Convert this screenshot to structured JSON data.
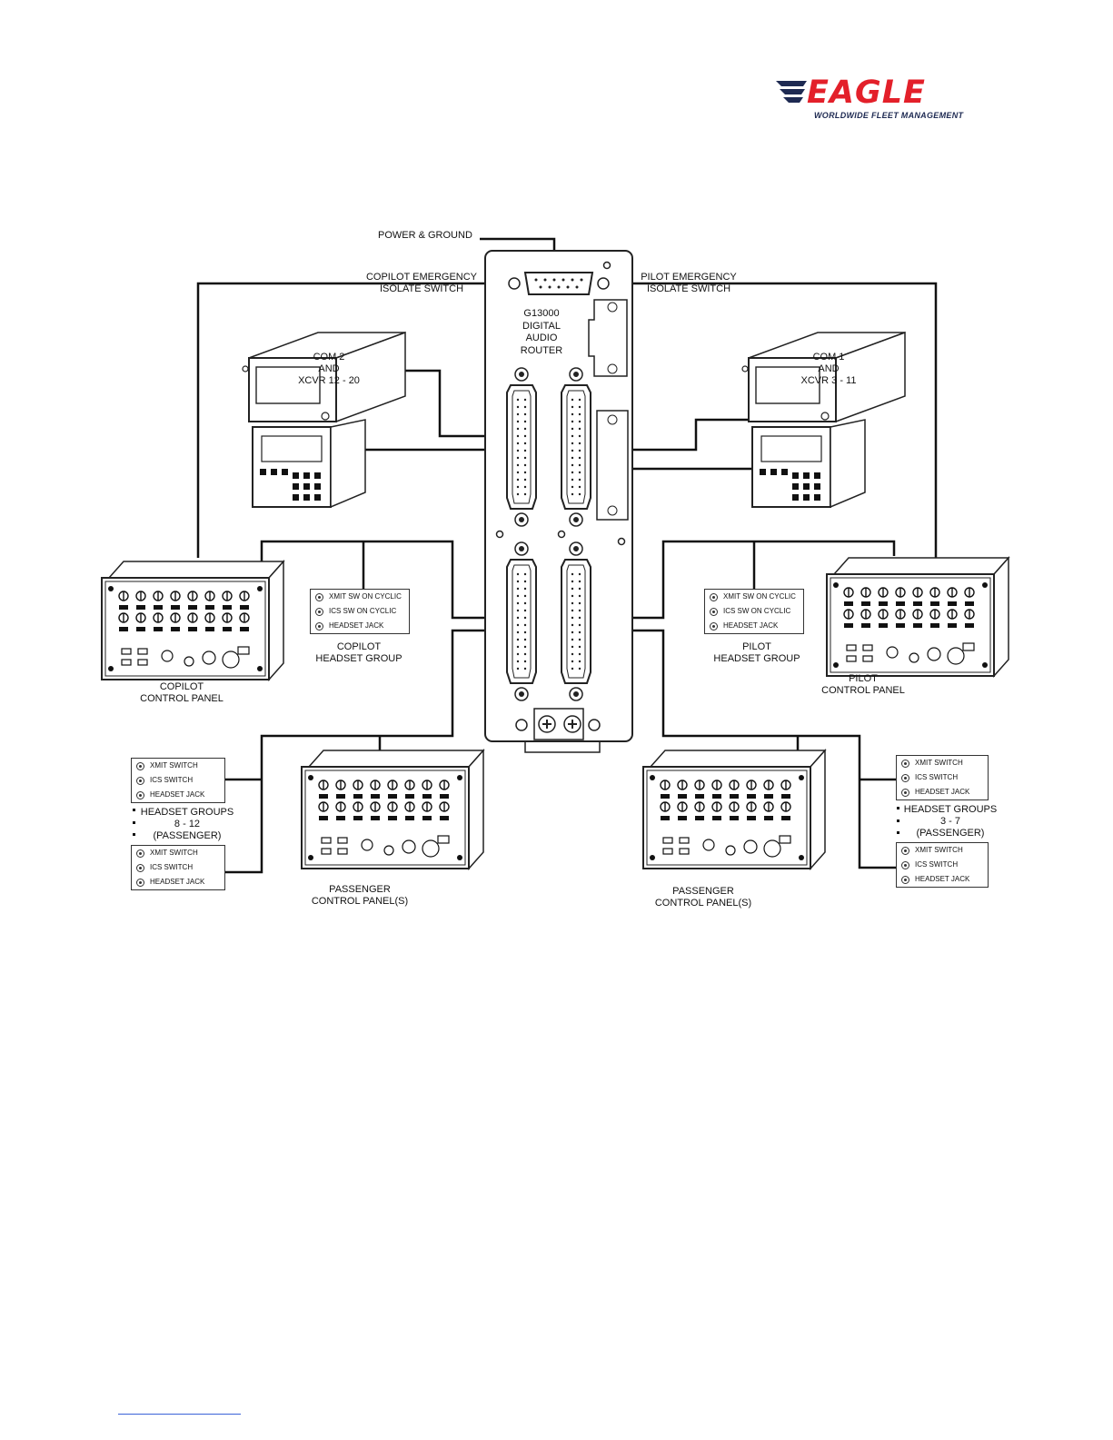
{
  "logo": {
    "word": "EAGLE",
    "tagline": "WORLDWIDE FLEET MANAGEMENT",
    "colors": {
      "red": "#e3202a",
      "navy": "#1e2a52"
    }
  },
  "diagram": {
    "power_ground": "POWER & GROUND",
    "copilot_isolate": [
      "COPILOT EMERGENCY",
      "ISOLATE SWITCH"
    ],
    "pilot_isolate": [
      "PILOT EMERGENCY",
      "ISOLATE SWITCH"
    ],
    "router": [
      "G13000",
      "DIGITAL",
      "AUDIO",
      "ROUTER"
    ],
    "com2": [
      "COM 2",
      "AND",
      "XCVR 12 - 20"
    ],
    "com1": [
      "COM 1",
      "AND",
      "XCVR 3 - 11"
    ],
    "copilot_headset_group": {
      "items": [
        "XMIT SW ON CYCLIC",
        "ICS SW ON CYCLIC",
        "HEADSET JACK"
      ],
      "title": [
        "COPILOT",
        "HEADSET GROUP"
      ]
    },
    "pilot_headset_group": {
      "items": [
        "XMIT SW ON CYCLIC",
        "ICS SW ON CYCLIC",
        "HEADSET JACK"
      ],
      "title": [
        "PILOT",
        "HEADSET GROUP"
      ]
    },
    "copilot_control_panel": [
      "COPILOT",
      "CONTROL PANEL"
    ],
    "pilot_control_panel": [
      "PILOT",
      "CONTROL PANEL"
    ],
    "left_passenger_groups": {
      "items": [
        "XMIT SWITCH",
        "ICS SWITCH",
        "HEADSET JACK"
      ],
      "title": [
        "HEADSET GROUPS",
        "8 - 12",
        "(PASSENGER)"
      ]
    },
    "right_passenger_groups": {
      "items": [
        "XMIT SWITCH",
        "ICS SWITCH",
        "HEADSET JACK"
      ],
      "title": [
        "HEADSET GROUPS",
        "3 - 7",
        "(PASSENGER)"
      ]
    },
    "passenger_panel_left": [
      "PASSENGER",
      "CONTROL PANEL(S)"
    ],
    "passenger_panel_right": [
      "PASSENGER",
      "CONTROL PANEL(S)"
    ]
  }
}
